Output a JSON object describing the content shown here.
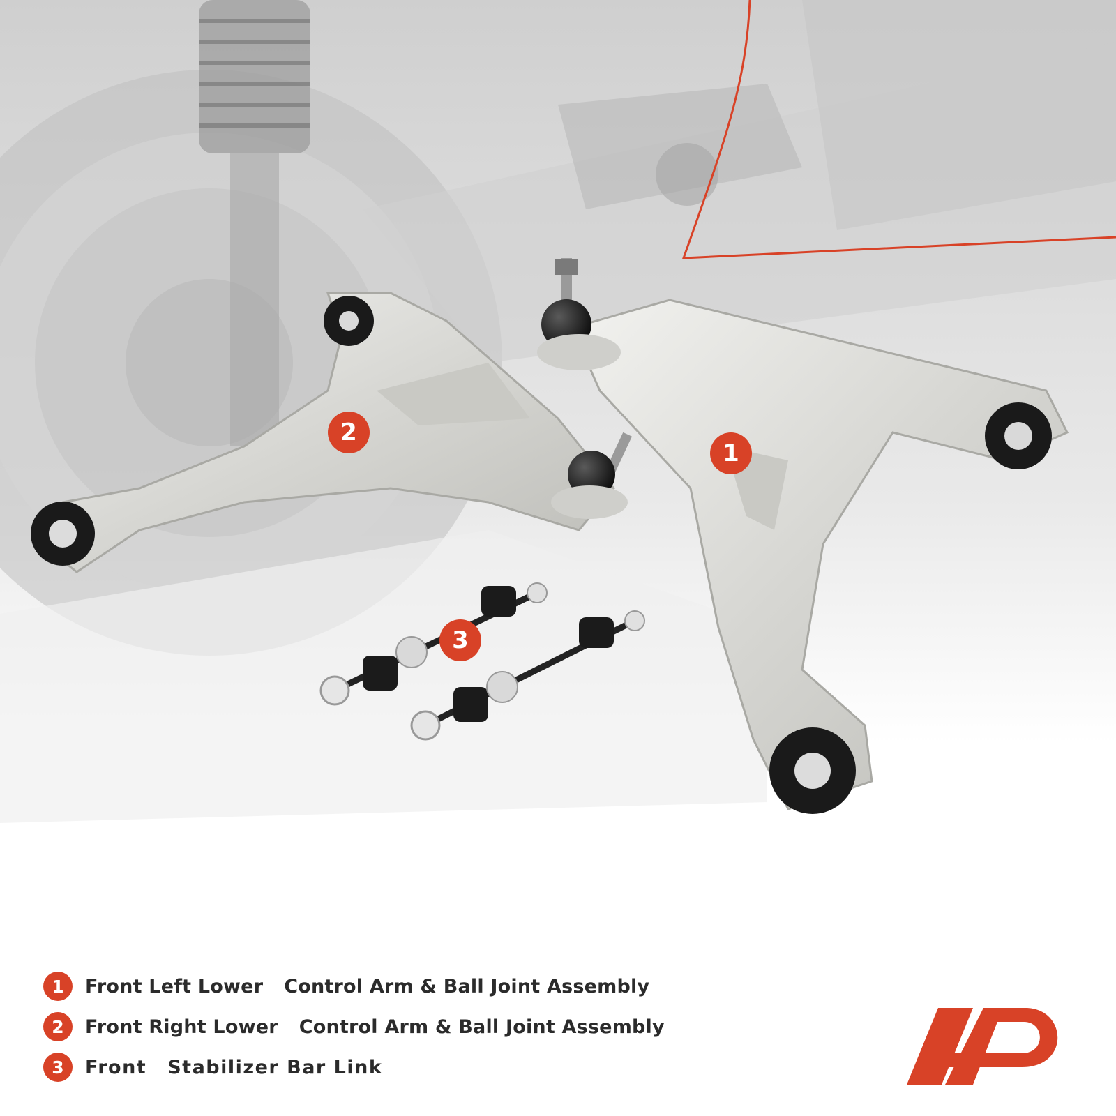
{
  "callouts": [
    {
      "number": "1"
    },
    {
      "number": "2"
    },
    {
      "number": "3"
    }
  ],
  "legend": [
    {
      "number": "1",
      "part_a": "Front Left Lower",
      "part_b": "Control Arm & Ball Joint Assembly"
    },
    {
      "number": "2",
      "part_a": "Front Right Lower",
      "part_b": "Control Arm & Ball Joint Assembly"
    },
    {
      "number": "3",
      "part_a": "Front",
      "part_b": "Stabilizer Bar Link"
    }
  ],
  "colors": {
    "accent": "#d84227",
    "text": "#2b2b2b",
    "part_metal": "#dcdcd8",
    "bushing": "#1a1a1a"
  },
  "icons": {
    "brand_logo": "a-premium-logo-icon"
  }
}
